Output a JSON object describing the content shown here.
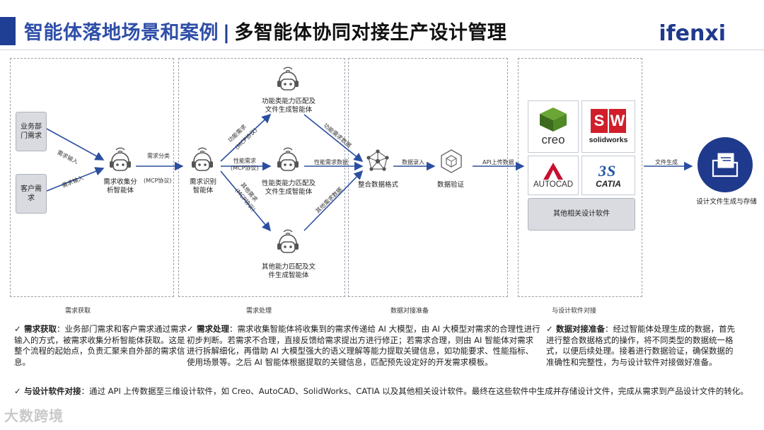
{
  "header": {
    "title_main": "智能体落地场景和案例",
    "title_sep": "|",
    "title_sub": "多智能体协同对接生产设计管理",
    "logo_text": "ifenxi"
  },
  "sections": {
    "demand_acquisition": "需求获取",
    "demand_processing": "需求处理",
    "data_docking": "数据对接准备",
    "design_software_docking": "与设计软件对接"
  },
  "sources": {
    "business": "业务部门需求",
    "customer": "客户需求"
  },
  "agents": {
    "collect": "需求收集分析智能体",
    "identify": "需求识别智能体",
    "functional": "功能类能力匹配及文件生成智能体",
    "performance": "性能类能力匹配及文件生成智能体",
    "other": "其他能力匹配及文件生成智能体"
  },
  "edges": {
    "input1": "需求输入",
    "input2": "需求输入",
    "classify": "需求分类",
    "mcp": "(MCP协议)",
    "func_req": "功能需求",
    "func_mcp": "(MCP协议)",
    "perf_req": "性能需求",
    "perf_mcp": "(MCP协议)",
    "other_req": "其他需求",
    "other_mcp": "(MCP协议)",
    "func_data": "功能需求数据",
    "perf_data": "性能需求数据",
    "other_data": "其他需求数据",
    "data_input": "数据录入",
    "api_upload": "API上传数据",
    "file_gen": "文件生成"
  },
  "data_nodes": {
    "integrate": "整合数据格式",
    "verify": "数据验证"
  },
  "software": {
    "creo": "creo",
    "solidworks": "solidworks",
    "autocad": "AUTOCAD",
    "catia": "CATIA",
    "other": "其他相关设计软件"
  },
  "output": {
    "label": "设计文件生成与存储"
  },
  "descriptions": {
    "acquisition_title": "需求获取",
    "acquisition_body": "：业务部门需求和客户需求通过需求输入的方式，被需求收集分析智能体获取。这是整个流程的起始点，负责汇聚来自外部的需求信息。",
    "processing_title": "需求处理",
    "processing_body": "：需求收集智能体将收集到的需求传递给 AI 大模型，由 AI 大模型对需求的合理性进行初步判断。若需求不合理，直接反馈给需求提出方进行修正；若需求合理，则由 AI 智能体对需求进行拆解细化，再借助 AI 大模型强大的语义理解等能力提取关键信息，如功能要求、性能指标、使用场景等。之后 AI 智能体根据提取的关键信息，匹配预先设定好的开发需求模板。",
    "docking_title": "数据对接准备",
    "docking_body": "：经过智能体处理生成的数据，首先进行整合数据格式的操作，将不同类型的数据统一格式，以便后续处理。接着进行数据验证，确保数据的准确性和完整性，为与设计软件对接做好准备。",
    "software_title": "与设计软件对接",
    "software_body": "：通过 API 上传数据至三维设计软件，如 Creo、AutoCAD、SolidWorks、CATIA 以及其他相关设计软件。最终在这些软件中生成并存储设计文件，完成从需求到产品设计文件的转化。"
  },
  "watermark": "大数跨境",
  "colors": {
    "brand_blue": "#1f3a8c",
    "title_blue": "#2f4fa8",
    "solidworks_red": "#d01f2b",
    "creo_green": "#5a8a2a",
    "autocad_red": "#c8102e",
    "catia_blue": "#2255a4"
  }
}
